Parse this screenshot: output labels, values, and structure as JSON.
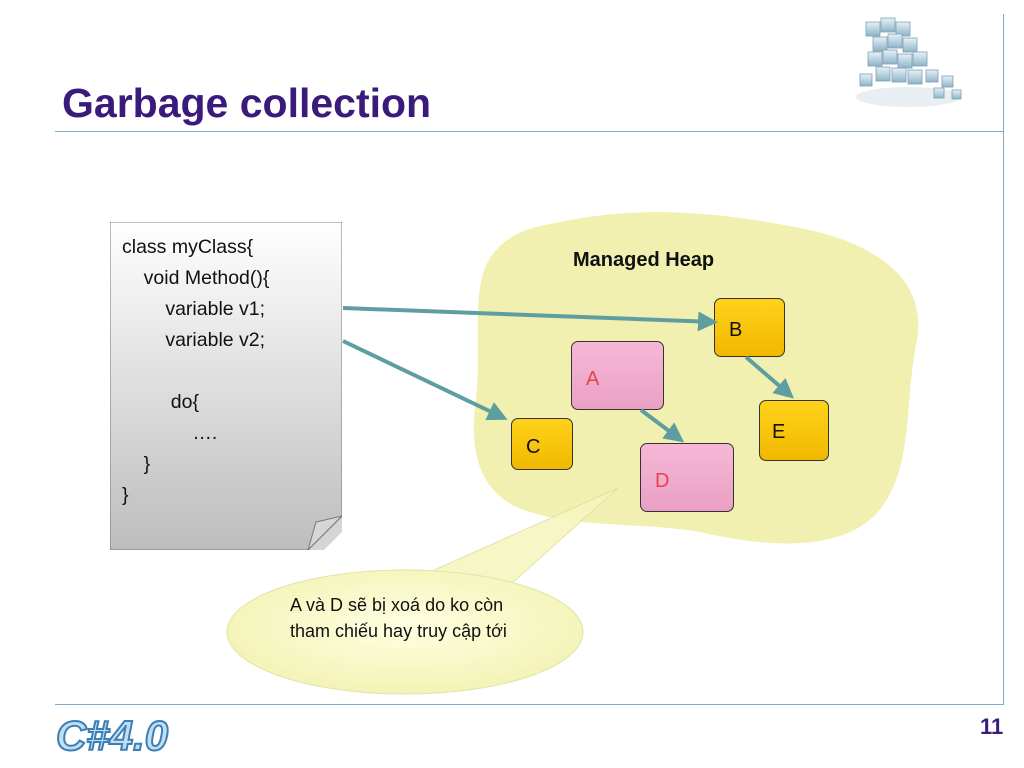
{
  "slide": {
    "title": "Garbage collection",
    "page_number": "11",
    "footer_logo": "C#4.0"
  },
  "code_note": {
    "lines": "class myClass{\n    void Method(){\n        variable v1;\n        variable v2;\n\n         do{\n             ….\n    }\n}"
  },
  "heap": {
    "title": "Managed Heap",
    "objects": {
      "a": "A",
      "b": "B",
      "c": "C",
      "d": "D",
      "e": "E"
    }
  },
  "callout": {
    "text": "A và D sẽ bị xoá do ko còn tham chiếu hay truy cập tới"
  },
  "colors": {
    "title": "#3a1a7a",
    "heap_fill": "#f2f0b0",
    "live_object": "#ffc800",
    "dead_object": "#f2acd0",
    "arrow": "#5f9ea0"
  }
}
